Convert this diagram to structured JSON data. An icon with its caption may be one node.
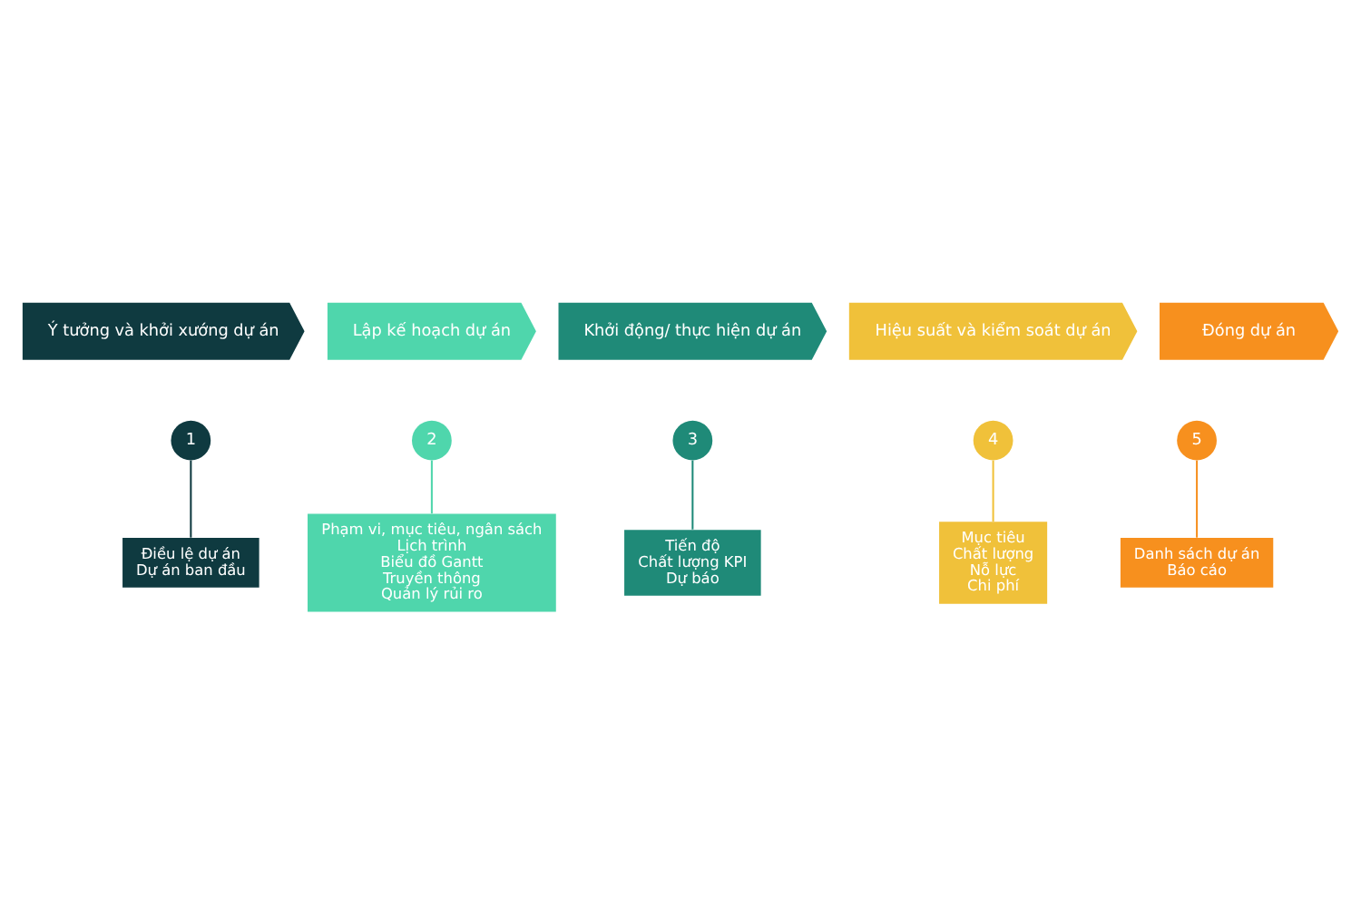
{
  "diagram": {
    "nodes": [
      {
        "text": [
          "Ý tưởng và khởi xướng dự án"
        ]
      },
      {
        "text": [
          "Lập kế hoạch dự án"
        ]
      },
      {
        "text": [
          "Khởi động/ thực hiện dự án"
        ]
      },
      {
        "text": [
          "Hiệu suất và kiểm soát dự án"
        ]
      },
      {
        "text": [
          "Đóng dự án"
        ]
      },
      {
        "text": [
          "1"
        ]
      },
      {
        "text": [
          "2"
        ]
      },
      {
        "text": [
          "3"
        ]
      },
      {
        "text": [
          "4"
        ]
      },
      {
        "text": [
          "5"
        ]
      },
      {
        "text": [
          "Điều lệ dự án",
          "Dự án ban đầu"
        ]
      },
      {
        "text": [
          "Phạm vi, mục tiêu, ngân sách",
          "Lịch trình",
          "Biểu đồ Gantt",
          "Truyền thông",
          "Quản lý rủi ro"
        ]
      },
      {
        "text": [
          "Tiến độ",
          "Chất lượng KPI",
          "Dự báo"
        ]
      },
      {
        "text": [
          "Mục tiêu",
          "Chất lượng",
          "Nỗ lực",
          "Chi phí"
        ]
      },
      {
        "text": [
          "Danh sách dự án",
          "Báo cáo"
        ]
      }
    ],
    "edges": [
      {
        "from": 5,
        "to": 10,
        "arrow": "none",
        "color": "#0f3a40"
      },
      {
        "from": 6,
        "to": 11,
        "arrow": "none",
        "color": "#4fd6ac"
      },
      {
        "from": 7,
        "to": 12,
        "arrow": "none",
        "color": "#1f8a78"
      },
      {
        "from": 8,
        "to": 13,
        "arrow": "none",
        "color": "#f0c13a"
      },
      {
        "from": 9,
        "to": 14,
        "arrow": "none",
        "color": "#f7901e"
      }
    ]
  }
}
